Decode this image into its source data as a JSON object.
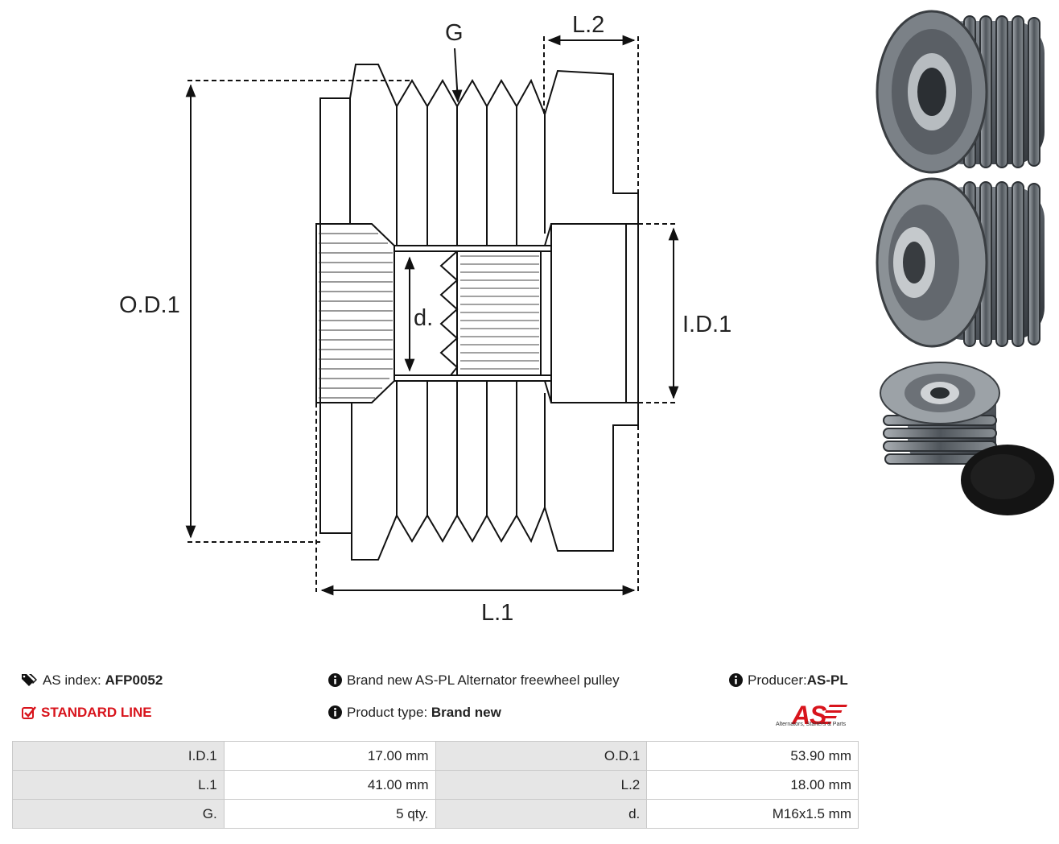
{
  "diagram": {
    "labels": {
      "g": "G",
      "l2": "L.2",
      "od1": "O.D.1",
      "id1": "I.D.1",
      "d": "d.",
      "l1": "L.1"
    }
  },
  "info": {
    "as_index_label": "AS index:",
    "as_index_value": "AFP0052",
    "standard_line": "STANDARD LINE",
    "description": "Brand new AS-PL Alternator freewheel pulley",
    "product_type_label": "Product type:",
    "product_type_value": "Brand new",
    "producer_label": "Producer:",
    "producer_value": "AS-PL",
    "logo_text": "AS",
    "logo_tagline": "Alternators, Starters & Parts"
  },
  "specs": [
    {
      "label1": "I.D.1",
      "value1": "17.00 mm",
      "label2": "O.D.1",
      "value2": "53.90 mm"
    },
    {
      "label1": "L.1",
      "value1": "41.00 mm",
      "label2": "L.2",
      "value2": "18.00 mm"
    },
    {
      "label1": "G.",
      "value1": "5 qty.",
      "label2": "d.",
      "value2": "M16x1.5 mm"
    }
  ],
  "colors": {
    "brand_red": "#d8141c",
    "table_label_bg": "#e6e6e6",
    "table_border": "#c9c9c9"
  }
}
